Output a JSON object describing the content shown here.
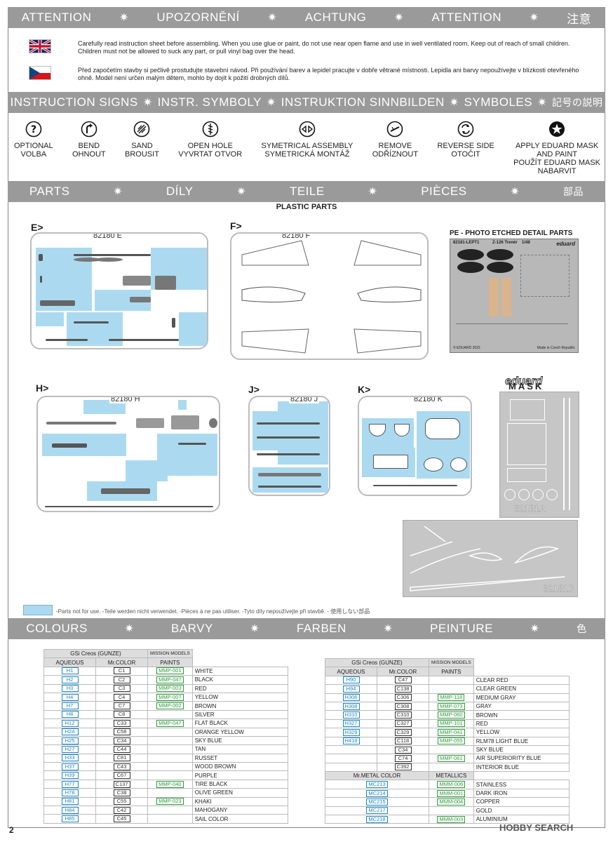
{
  "attention_band": [
    "ATTENTION",
    "UPOZORNĚNÍ",
    "ACHTUNG",
    "ATTENTION",
    "注意"
  ],
  "warnings": {
    "en": "Carefully read instruction sheet before assembling. When you use glue or paint, do not use near open flame and use in well ventilated room. Keep out of reach of small children. Children must not be allowed to suck any part, or pull vinyl bag over the head.",
    "cz": "Před započetím stavby si pečlivě prostudujte stavební návod. Při používání barev a lepidel pracujte v dobře větrané místnosti. Lepidla ani barvy nepoužívejte v blízkosti otevřeného ohně. Model není určen malým dětem, mohlo by dojít k požití drobných dílů."
  },
  "signs_band": [
    "INSTRUCTION SIGNS",
    "INSTR. SYMBOLY",
    "INSTRUKTION  SINNBILDEN",
    "SYMBOLES",
    "記号の説明"
  ],
  "signs": [
    {
      "icon": "question-icon",
      "l1": "OPTIONAL",
      "l2": "VOLBA"
    },
    {
      "icon": "bend-icon",
      "l1": "BEND",
      "l2": "OHNOUT"
    },
    {
      "icon": "sand-icon",
      "l1": "SAND",
      "l2": "BROUSIT"
    },
    {
      "icon": "drill-icon",
      "l1": "OPEN HOLE",
      "l2": "VYVRTAT OTVOR"
    },
    {
      "icon": "symmetric-icon",
      "l1": "SYMETRICAL ASSEMBLY",
      "l2": "SYMETRICKÁ MONTÁŽ"
    },
    {
      "icon": "remove-icon",
      "l1": "REMOVE",
      "l2": "ODŘÍZNOUT"
    },
    {
      "icon": "reverse-icon",
      "l1": "REVERSE SIDE",
      "l2": "OTOČIT"
    },
    {
      "icon": "mask-star-icon",
      "l1": "APPLY EDUARD MASK",
      "l2": "AND PAINT",
      "l3": "POUŽÍT EDUARD MASK",
      "l4": "NABARVIT"
    }
  ],
  "parts_band": [
    "PARTS",
    "DÍLY",
    "TEILE",
    "PIÈCES",
    "部品"
  ],
  "plastic_title": "PLASTIC PARTS",
  "pe_title": "PE - PHOTO ETCHED DETAIL PARTS",
  "sprues": {
    "E": {
      "letter": "E>",
      "code": "82180 E"
    },
    "F": {
      "letter": "F>",
      "code": "82180 F"
    },
    "H": {
      "letter": "H>",
      "code": "82180 H"
    },
    "J": {
      "letter": "J>",
      "code": "82180 J"
    },
    "K": {
      "letter": "K>",
      "code": "82180 K"
    }
  },
  "pe": {
    "code": "82181-LEPT1",
    "name": "Z-126 Trenér",
    "scale": "1/48",
    "brand": "eduard",
    "copyright": "© EDUARD 2022",
    "made": "Made in Czech Republic"
  },
  "mask": {
    "brand": "eduard",
    "word": "MASK",
    "code1": "82181A",
    "code2": "82181B"
  },
  "legend": "-Parts not for use. -Teile werden nicht verwendet. -Pièces à ne pas utiliser. -Tyto díly nepoužívejte při stavbě. -   使用しない部品",
  "colours_band": [
    "COLOURS",
    "BARVY",
    "FARBEN",
    "PEINTURE",
    "色"
  ],
  "table_headers": {
    "gsi": "GSi Creos (GUNZE)",
    "mission": "MISSION MODELS",
    "aqueous": "AQUEOUS",
    "mrcolor": "Mr.COLOR",
    "paints": "PAINTS",
    "metal": "Mr.METAL COLOR",
    "metallics": "METALLICS"
  },
  "colours_left": [
    {
      "aq": "H1",
      "mc": "C1",
      "mmp": "MMP-001",
      "name": "WHITE"
    },
    {
      "aq": "H2",
      "mc": "C2",
      "mmp": "MMP-047",
      "name": "BLACK"
    },
    {
      "aq": "H3",
      "mc": "C3",
      "mmp": "MMP-003",
      "name": "RED"
    },
    {
      "aq": "H4",
      "mc": "C4",
      "mmp": "MMP-007",
      "name": "YELLOW"
    },
    {
      "aq": "H7",
      "mc": "C7",
      "mmp": "MMP-002",
      "name": "BROWN"
    },
    {
      "aq": "H8",
      "mc": "C8",
      "mmp": "",
      "name": "SILVER"
    },
    {
      "aq": "H12",
      "mc": "C33",
      "mmp": "MMP-047",
      "name": "FLAT BLACK"
    },
    {
      "aq": "H24",
      "mc": "C58",
      "mmp": "",
      "name": "ORANGE YELLOW"
    },
    {
      "aq": "H25",
      "mc": "C34",
      "mmp": "",
      "name": "SKY BLUE"
    },
    {
      "aq": "H27",
      "mc": "C44",
      "mmp": "",
      "name": "TAN"
    },
    {
      "aq": "H33",
      "mc": "C81",
      "mmp": "",
      "name": "RUSSET"
    },
    {
      "aq": "H37",
      "mc": "C43",
      "mmp": "",
      "name": "WOOD BROWN"
    },
    {
      "aq": "H39",
      "mc": "C67",
      "mmp": "",
      "name": "PURPLE"
    },
    {
      "aq": "H77",
      "mc": "C137",
      "mmp": "MMP-040",
      "name": "TIRE BLACK"
    },
    {
      "aq": "H78",
      "mc": "C38",
      "mmp": "",
      "name": "OLIVE GREEN"
    },
    {
      "aq": "H81",
      "mc": "C55",
      "mmp": "MMP-023",
      "name": "KHAKI"
    },
    {
      "aq": "H84",
      "mc": "C42",
      "mmp": "",
      "name": "MAHOGANY"
    },
    {
      "aq": "H85",
      "mc": "C45",
      "mmp": "",
      "name": "SAIL COLOR"
    }
  ],
  "colours_right": [
    {
      "aq": "H90",
      "mc": "C47",
      "mmp": "",
      "name": "CLEAR RED"
    },
    {
      "aq": "H94",
      "mc": "C138",
      "mmp": "",
      "name": "CLEAR GREEN"
    },
    {
      "aq": "H306",
      "mc": "C306",
      "mmp": "MMP-118",
      "name": "MEDIUM GRAY"
    },
    {
      "aq": "H308",
      "mc": "C308",
      "mmp": "MMP-073",
      "name": "GRAY"
    },
    {
      "aq": "H310",
      "mc": "C310",
      "mmp": "MMP-060",
      "name": "BROWN"
    },
    {
      "aq": "H327",
      "mc": "C327",
      "mmp": "MMP-101",
      "name": "RED"
    },
    {
      "aq": "H329",
      "mc": "C329",
      "mmp": "MMP-041",
      "name": "YELLOW"
    },
    {
      "aq": "H418",
      "mc": "C118",
      "mmp": "MMP-055",
      "name": "RLM78 LIGHT BLUE"
    },
    {
      "aq": "",
      "mc": "C34",
      "mmp": "",
      "name": "SKY BLUE"
    },
    {
      "aq": "",
      "mc": "C74",
      "mmp": "MMP-061",
      "name": "AIR SUPERIORITY BLUE"
    },
    {
      "aq": "",
      "mc": "C392",
      "mmp": "",
      "name": "INTERIOR BLUE"
    }
  ],
  "metal_colours": [
    {
      "mc": "MC213",
      "mmm": "MMM-006",
      "name": "STAINLESS"
    },
    {
      "mc": "MC214",
      "mmm": "MMM-001",
      "name": "DARK IRON"
    },
    {
      "mc": "MC215",
      "mmm": "MMM-004",
      "name": "COPPER"
    },
    {
      "mc": "MC217",
      "mmm": "",
      "name": "GOLD"
    },
    {
      "mc": "MC218",
      "mmm": "MMM-003",
      "name": "ALUMINIUM"
    }
  ],
  "page_number": "2",
  "watermark": "HOBBY SEARCH"
}
